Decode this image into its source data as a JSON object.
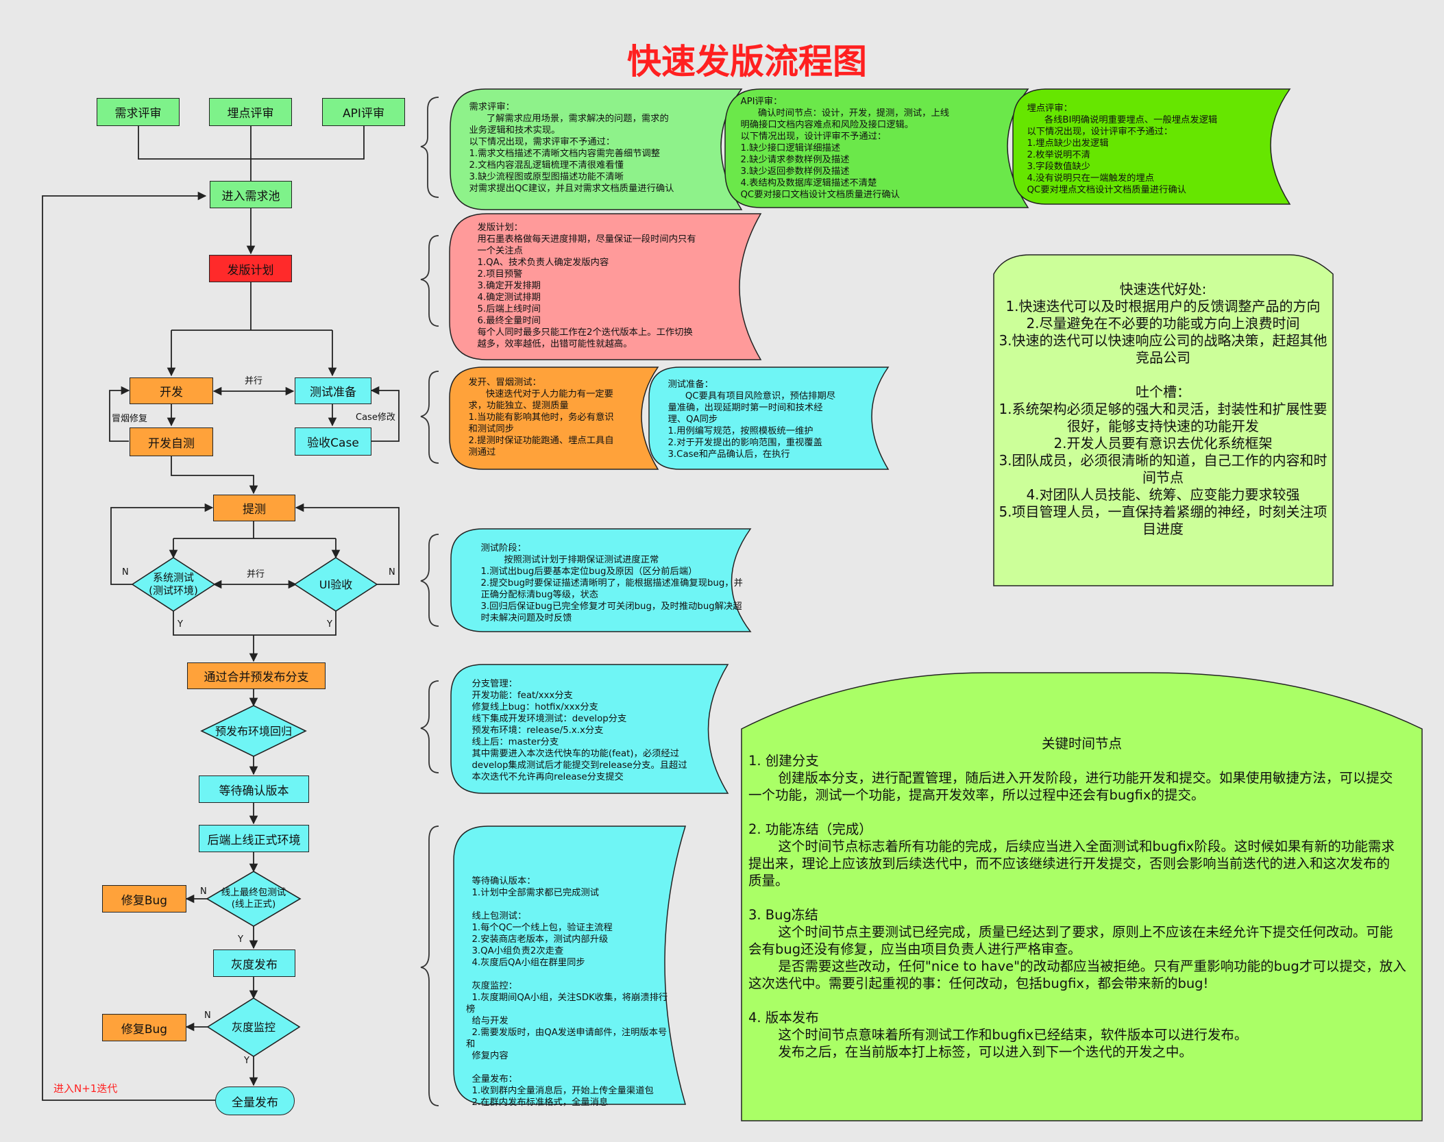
{
  "title": "快速发版流程图",
  "nodes": {
    "req_review": "需求评审",
    "track_review": "埋点评审",
    "api_review": "API评审",
    "req_pool": "进入需求池",
    "release_plan": "发版计划",
    "develop": "开发",
    "test_prep": "测试准备",
    "self_test": "开发自测",
    "accept_case": "验收Case",
    "submit_test": "提测",
    "sys_test": "系统测试\n(测试环境)",
    "ui_accept": "UI验收",
    "merge_pre": "通过合并预发布分支",
    "pre_regress": "预发布环境回归",
    "wait_confirm": "等待确认版本",
    "backend_online": "后端上线正式环境",
    "final_test": "线上最终包测试\n(线上正式)",
    "fix_bug1": "修复Bug",
    "gray_release": "灰度发布",
    "gray_monitor": "灰度监控",
    "fix_bug2": "修复Bug",
    "full_release": "全量发布"
  },
  "labels": {
    "parallel1": "并行",
    "smoke_fix": "冒烟修复",
    "case_modify": "Case修改",
    "parallel2": "并行",
    "n1": "N",
    "n2": "N",
    "y1": "Y",
    "y2": "Y",
    "n3": "N",
    "y3": "Y",
    "n4": "N",
    "y4": "Y",
    "next_iter": "进入N+1迭代"
  },
  "notes": {
    "req": "  需求评审：\n        了解需求应用场景，需求解决的问题，需求的\n  业务逻辑和技术实现。\n  以下情况出现，需求评审不予通过：\n  1.需求文档描述不清晰文档内容需完善细节调整\n  2.文档内容混乱逻辑梳理不清很难看懂\n  3.缺少流程图或原型图描述功能不清晰\n  对需求提出QC建议，并且对需求文档质量进行确认",
    "api": "  API评审：\n        确认时间节点：设计，开发，提测，测试，上线\n  明确接口文档内容难点和风险及接口逻辑。\n  以下情况出现，设计评审不予通过：\n  1.缺少接口逻辑详细描述\n  2.缺少请求参数样例及描述\n  3.缺少返回参数样例及描述\n  4.表结构及数据库逻辑描述不清楚\n  QC要对接口文档设计文档质量进行确认",
    "track": "  埋点评审：\n        各线BI明确说明重要埋点、一般埋点发逻辑\n  以下情况出现，设计评审不予通过：\n  1.埋点缺少出发逻辑\n  2.枚举说明不清\n  3.字段数值缺少\n  4.没有说明只在一端触发的埋点\n  QC要对埋点文档设计文档质量进行确认",
    "plan": "  发版计划：\n  用石墨表格做每天进度排期，尽量保证一段时间内只有\n  一个关注点\n  1.QA、技术负责人确定发版内容\n  2.项目预警\n  3.确定开发排期\n  4.确定测试排期\n  5.后端上线时间\n  6.最终全量时间\n  每个人同时最多只能工作在2个迭代版本上。工作切换\n  越多，效率越低，出错可能性就越高。",
    "dev": "  发开、冒烟测试：\n        快速迭代对于人力能力有一定要\n  求，功能独立、提测质量\n  1.当功能有影响其他时，务必有意识\n  和测试同步\n  2.提测时保证功能跑通、埋点工具自\n  测通过",
    "testprep": "  测试准备：\n        QC要具有项目风险意识，预估排期尽\n  量准确，出现延期时第一时间和技术经\n  理、QA同步\n  1.用例编写规范，按照模板统一维护\n  2.对于开发提出的影响范围，重视覆盖\n  3.Case和产品确认后，在执行",
    "testphase": "  测试阶段：\n          按照测试计划于排期保证测试进度正常\n  1.测试出bug后要基本定位bug及原因（区分前后端）\n  2.提交bug时要保证描述清晰明了，能根据描述准确复现bug，并\n  正确分配标清bug等级，状态\n  3.回归后保证bug已完全修复才可关闭bug，及时推动bug解决超\n  时未解决问题及时反馈",
    "branch": "  分支管理：\n  开发功能：feat/xxx分支\n  修复线上bug：hotfix/xxx分支\n  线下集成开发环境测试：develop分支\n  预发布环境：release/5.x.x分支\n  线上后：master分支\n  其中需要进入本次迭代快车的功能(feat)，必须经过\n  develop集成测试后才能提交到release分支。且超过\n  本次迭代不允许再向release分支提交",
    "release": "  等待确认版本：\n  1.计划中全部需求都已完成测试\n\n  线上包测试：\n  1.每个QC一个线上包，验证主流程\n  2.安装商店老版本，测试内部升级\n  3.QA小组负责2次走查\n  4.灰度后QA小组在群里同步\n\n  灰度监控：\n  1.灰度期间QA小组，关注SDK收集，将崩溃排行榜\n  给与开发\n  2.需要发版时，由QA发送申请邮件，注明版本号和\n  修复内容\n\n  全量发布：\n  1.收到群内全量消息后，开始上传全量渠道包\n  2.在群内发布标准格式，全量消息",
    "benefits": "快速迭代好处:\n1.快速迭代可以及时根据用户的反馈调整产品的方向\n2.尽量避免在不必要的功能或方向上浪费时间\n3.快速的迭代可以快速响应公司的战略决策，赶超其他\n竞品公司\n\n吐个槽：\n1.系统架构必须足够的强大和灵活，封装性和扩展性要\n很好，能够支持快速的功能开发\n2.开发人员要有意识去优化系统框架\n3.团队成员，必须很清晰的知道，自己工作的内容和时\n间节点\n4.对团队人员技能、统筹、应变能力要求较强\n5.项目管理人员，一直保持着紧绷的神经，时刻关注项\n目进度",
    "key_title": "关键时间节点",
    "key_body": "1. 创建分支\n       创建版本分支，进行配置管理，随后进入开发阶段，进行功能开发和提交。如果使用敏捷方法，可以提交\n一个功能，测试一个功能，提高开发效率，所以过程中还会有bugfix的提交。\n\n2. 功能冻结（完成）\n       这个时间节点标志着所有功能的完成，后续应当进入全面测试和bugfix阶段。这时候如果有新的功能需求\n提出来，理论上应该放到后续迭代中，而不应该继续进行开发提交，否则会影响当前迭代的进入和这次发布的\n质量。\n\n3. Bug冻结\n       这个时间节点主要测试已经完成，质量已经达到了要求，原则上不应该在未经允许下提交任何改动。可能\n会有bug还没有修复，应当由项目负责人进行严格审查。\n       是否需要这些改动，任何\"nice to have\"的改动都应当被拒绝。只有严重影响功能的bug才可以提交，放入\n这次迭代中。需要引起重视的事：任何改动，包括bugfix，都会带来新的bug!\n\n4. 版本发布\n       这个时间节点意味着所有测试工作和bugfix已经结束，软件版本可以进行发布。\n       发布之后，在当前版本打上标签，可以进入到下一个迭代的开发之中。"
  },
  "colors": {
    "title": "#ff2020",
    "green_node": "#7ef28a",
    "red_node": "#ff2a2a",
    "orange_node": "#ffa23a",
    "cyan_node": "#6ff5f5",
    "req_note": "#8ef28a",
    "api_note": "#6be84a",
    "track_note": "#66e600",
    "plan_note": "#ff9a9a",
    "benefit_note": "#ccff99",
    "key_note": "#aaff66"
  }
}
